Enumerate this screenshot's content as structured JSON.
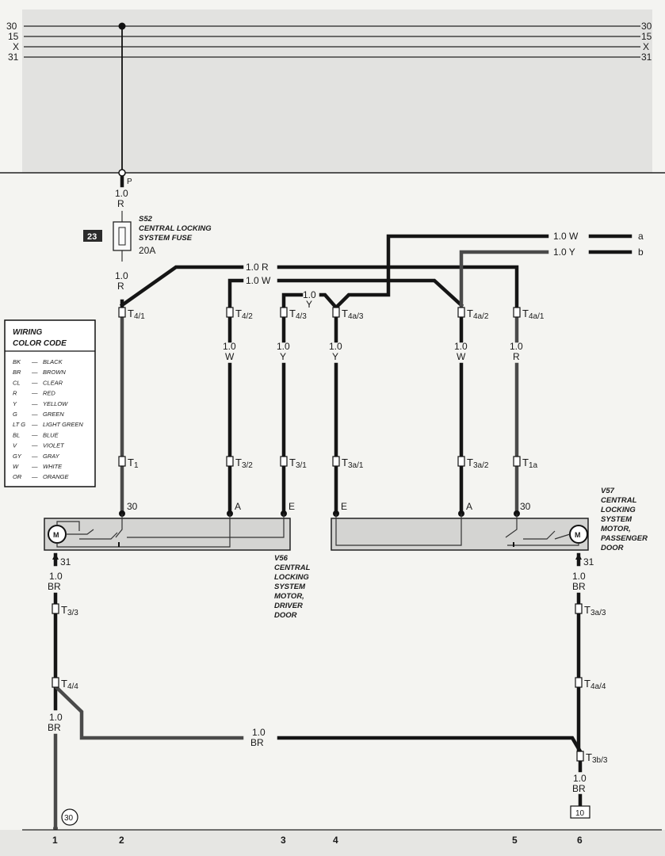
{
  "rails": [
    "30",
    "15",
    "X",
    "31"
  ],
  "fuse_panel_point": "P",
  "fuse": {
    "number": "23",
    "caption": [
      "S52",
      "CENTRAL LOCKING",
      "SYSTEM FUSE"
    ],
    "rating": "20A"
  },
  "wire_labels": {
    "r10": [
      "1.0",
      "R"
    ],
    "w10": [
      "1.0",
      "W"
    ],
    "y10": [
      "1.0",
      "Y"
    ],
    "br10": [
      "1.0",
      "BR"
    ],
    "top_r": "1.0 R",
    "top_w": "1.0 W",
    "out_w": "1.0 W",
    "out_y": "1.0 Y"
  },
  "outputs": [
    "a",
    "b"
  ],
  "connectors": {
    "t4_1": {
      "main": "T",
      "sub": "4/1"
    },
    "t4_2": {
      "main": "T",
      "sub": "4/2"
    },
    "t4_3": {
      "main": "T",
      "sub": "4/3"
    },
    "t4a_3": {
      "main": "T",
      "sub": "4a/3"
    },
    "t4a_2": {
      "main": "T",
      "sub": "4a/2"
    },
    "t4a_1": {
      "main": "T",
      "sub": "4a/1"
    },
    "t1": {
      "main": "T",
      "sub": "1"
    },
    "t3_2": {
      "main": "T",
      "sub": "3/2"
    },
    "t3_1": {
      "main": "T",
      "sub": "3/1"
    },
    "t3a_1": {
      "main": "T",
      "sub": "3a/1"
    },
    "t3a_2": {
      "main": "T",
      "sub": "3a/2"
    },
    "t1a": {
      "main": "T",
      "sub": "1a"
    },
    "t3_3": {
      "main": "T",
      "sub": "3/3"
    },
    "t4_4": {
      "main": "T",
      "sub": "4/4"
    },
    "t3a_3": {
      "main": "T",
      "sub": "3a/3"
    },
    "t4a_4": {
      "main": "T",
      "sub": "4a/4"
    },
    "t3b_3": {
      "main": "T",
      "sub": "3b/3"
    }
  },
  "terminals": {
    "driver": [
      "30",
      "A",
      "E"
    ],
    "passenger": [
      "E",
      "A",
      "30"
    ],
    "ground": "31"
  },
  "components": {
    "v56": [
      "V56",
      "CENTRAL",
      "LOCKING",
      "SYSTEM",
      "MOTOR,",
      "DRIVER",
      "DOOR"
    ],
    "v57": [
      "V57",
      "CENTRAL",
      "LOCKING",
      "SYSTEM",
      "MOTOR,",
      "PASSENGER",
      "DOOR"
    ],
    "motor_symbol": "M"
  },
  "ground_points": {
    "g30": "30",
    "g10": "10"
  },
  "legend": {
    "title": [
      "WIRING",
      "COLOR CODE"
    ],
    "entries": [
      {
        "code": "BK",
        "name": "BLACK"
      },
      {
        "code": "BR",
        "name": "BROWN"
      },
      {
        "code": "CL",
        "name": "CLEAR"
      },
      {
        "code": "R",
        "name": "RED"
      },
      {
        "code": "Y",
        "name": "YELLOW"
      },
      {
        "code": "G",
        "name": "GREEN"
      },
      {
        "code": "LT G",
        "name": "LIGHT GREEN"
      },
      {
        "code": "BL",
        "name": "BLUE"
      },
      {
        "code": "V",
        "name": "VIOLET"
      },
      {
        "code": "GY",
        "name": "GRAY"
      },
      {
        "code": "W",
        "name": "WHITE"
      },
      {
        "code": "OR",
        "name": "ORANGE"
      }
    ]
  },
  "grid_numbers": [
    "1",
    "2",
    "3",
    "4",
    "5",
    "6"
  ],
  "colors": {
    "panel": "#e2e2e0",
    "motor_box": "#d4d4d2",
    "wire_black": "#151515",
    "wire_gray": "#4a4a4a"
  }
}
